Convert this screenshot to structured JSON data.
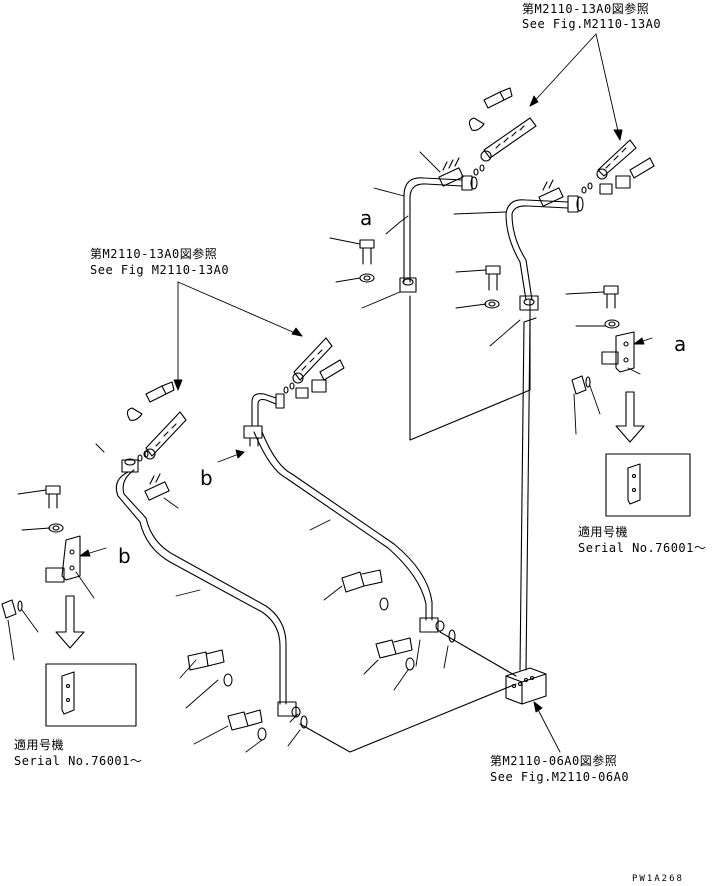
{
  "references": {
    "top_right": {
      "jp": "第M2110-13A0図参照",
      "en": "See Fig.M2110-13A0"
    },
    "left": {
      "jp": "第M2110-13A0図参照",
      "en": "See Fig M2110-13A0"
    },
    "bottom": {
      "jp": "第M2110-06A0図参照",
      "en": "See Fig.M2110-06A0"
    }
  },
  "callouts": {
    "a_upper": "a",
    "a_right": "a",
    "b_left": "b",
    "b_mid": "b"
  },
  "serial_notes": {
    "right": {
      "jp": "適用号機",
      "en": "Serial No.76001～"
    },
    "left": {
      "jp": "適用号機",
      "en": "Serial No.76001～"
    }
  },
  "drawing_code": "PW1A268"
}
